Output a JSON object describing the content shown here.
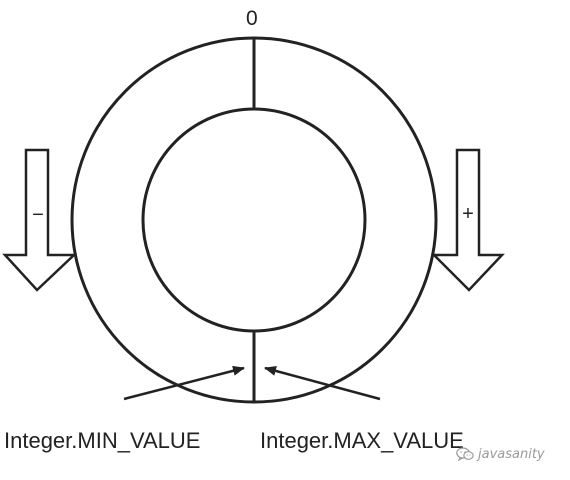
{
  "diagram": {
    "zero_label": "0",
    "minus_sign": "−",
    "plus_sign": "+",
    "min_label": "Integer.MIN_VALUE",
    "max_label": "Integer.MAX_VALUE",
    "watermark_icon": "wechat-icon",
    "watermark_text": "javasanity",
    "colors": {
      "stroke": "#222222",
      "text": "#222222",
      "watermark": "#9a9a9a"
    }
  }
}
